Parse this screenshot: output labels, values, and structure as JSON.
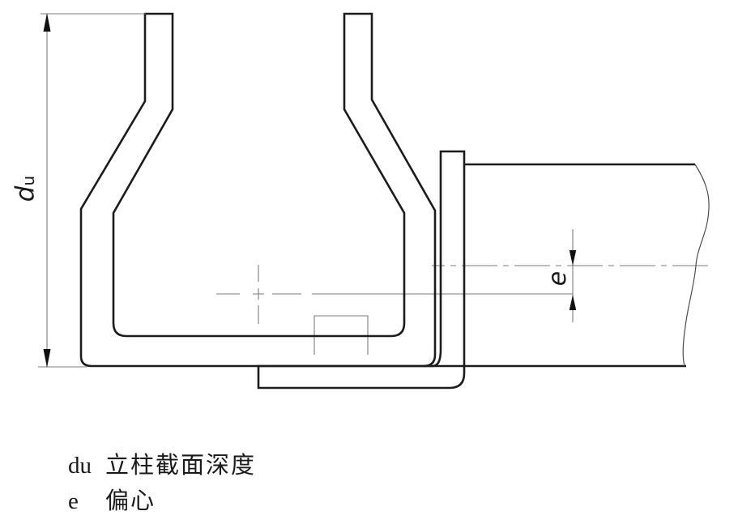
{
  "figure": {
    "dimensions": {
      "du": {
        "symbol": "d",
        "subscript": "u"
      },
      "e": {
        "symbol": "e"
      }
    },
    "legend": {
      "rows": [
        {
          "symbol": "du",
          "definition": "立柱截面深度"
        },
        {
          "symbol": "e",
          "definition": "偏心"
        }
      ]
    },
    "colors": {
      "profile_line": "#1c1c1c",
      "thin_line": "#7c7c7c",
      "break_line": "#4c4c4c",
      "text": "#1a1a1a",
      "background": "#ffffff"
    }
  }
}
